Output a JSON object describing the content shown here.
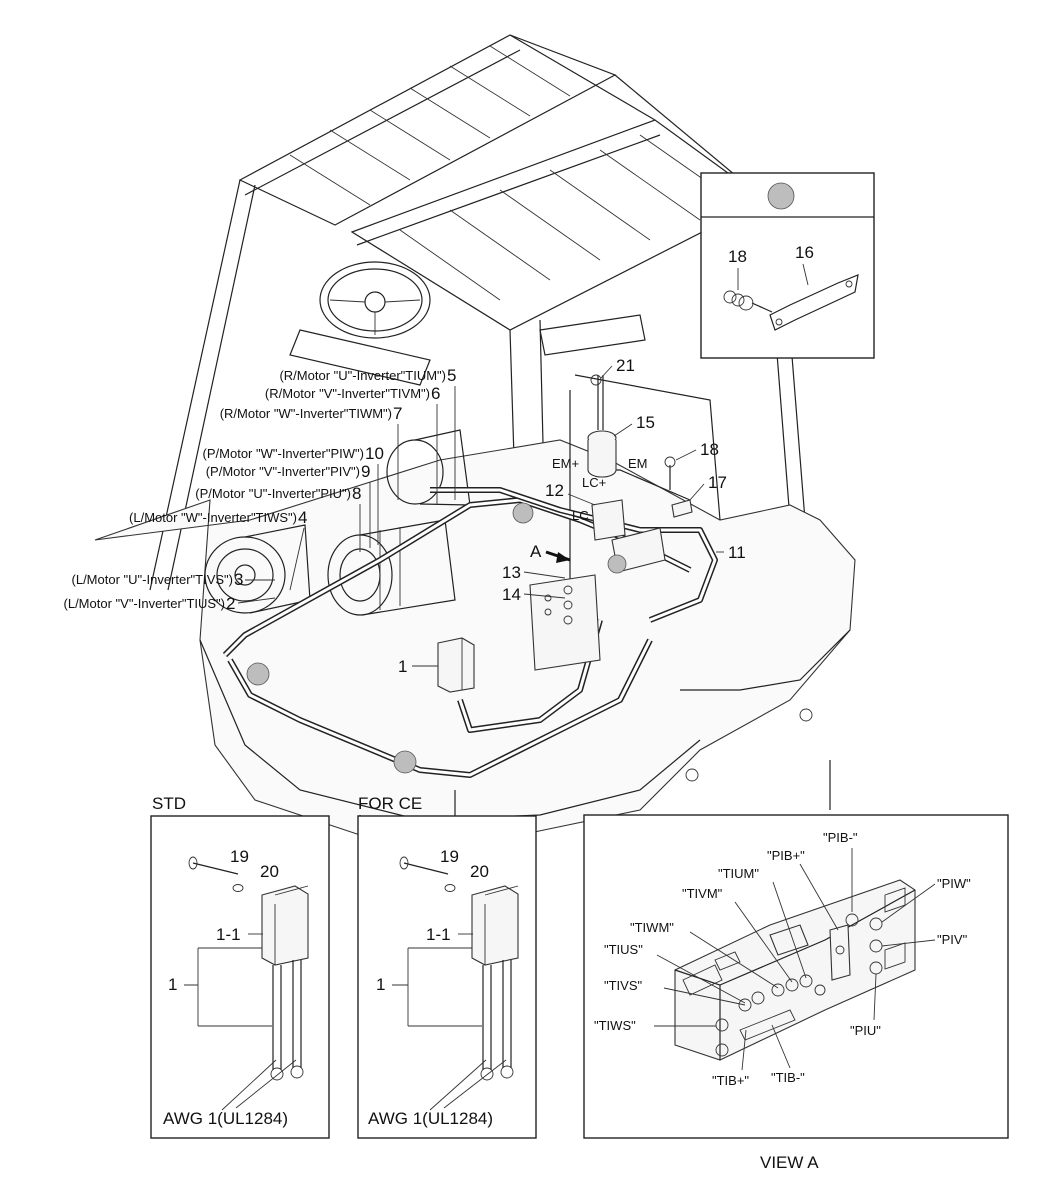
{
  "callouts_main": {
    "c5": {
      "label": "(R/Motor \"U\"-Inverter\"TIUM\")",
      "num": "5"
    },
    "c6": {
      "label": "(R/Motor \"V\"-Inverter\"TIVM\")",
      "num": "6"
    },
    "c7": {
      "label": "(R/Motor \"W\"-Inverter\"TIWM\")",
      "num": "7"
    },
    "c10": {
      "label": "(P/Motor \"W\"-Inverter\"PIW\")",
      "num": "10"
    },
    "c9": {
      "label": "(P/Motor \"V\"-Inverter\"PIV\")",
      "num": "9"
    },
    "c8": {
      "label": "(P/Motor \"U\"-Inverter\"PIU\")",
      "num": "8"
    },
    "c4": {
      "label": "(L/Motor \"W\"-Inverter\"TIWS\")",
      "num": "4"
    },
    "c3": {
      "label": "(L/Motor \"U\"-Inverter\"TIVS\")",
      "num": "3"
    },
    "c2": {
      "label": "(L/Motor \"V\"-Inverter\"TIUS\")",
      "num": "2"
    }
  },
  "part_numbers": {
    "p1": "1",
    "p11": "11",
    "p12": "12",
    "p13": "13",
    "p14": "14",
    "p15": "15",
    "p16": "16",
    "p17": "17",
    "p18a": "18",
    "p18b": "18",
    "p21": "21"
  },
  "terminals": {
    "em_plus": "EM+",
    "em": "EM",
    "lc_plus": "LC+",
    "lc": "LC",
    "view_arrow": "A"
  },
  "std_panel": {
    "title": "STD",
    "p19": "19",
    "p20": "20",
    "p1_1": "1-1",
    "p1": "1",
    "awg": "AWG 1(UL1284)"
  },
  "ce_panel": {
    "title": "FOR CE",
    "p19": "19",
    "p20": "20",
    "p1_1": "1-1",
    "p1": "1",
    "awg": "AWG 1(UL1284)"
  },
  "view_a": {
    "title": "VIEW A",
    "pib_plus": "\"PIB+\"",
    "pib_minus": "\"PIB-\"",
    "tium": "\"TIUM\"",
    "tivm": "\"TIVM\"",
    "tiwm": "\"TIWM\"",
    "tius": "\"TIUS\"",
    "tivs": "\"TIVS\"",
    "tiws": "\"TIWS\"",
    "piw": "\"PIW\"",
    "piv": "\"PIV\"",
    "piu": "\"PIU\"",
    "tib_plus": "\"TIB+\"",
    "tib_minus": "\"TIB-\""
  }
}
